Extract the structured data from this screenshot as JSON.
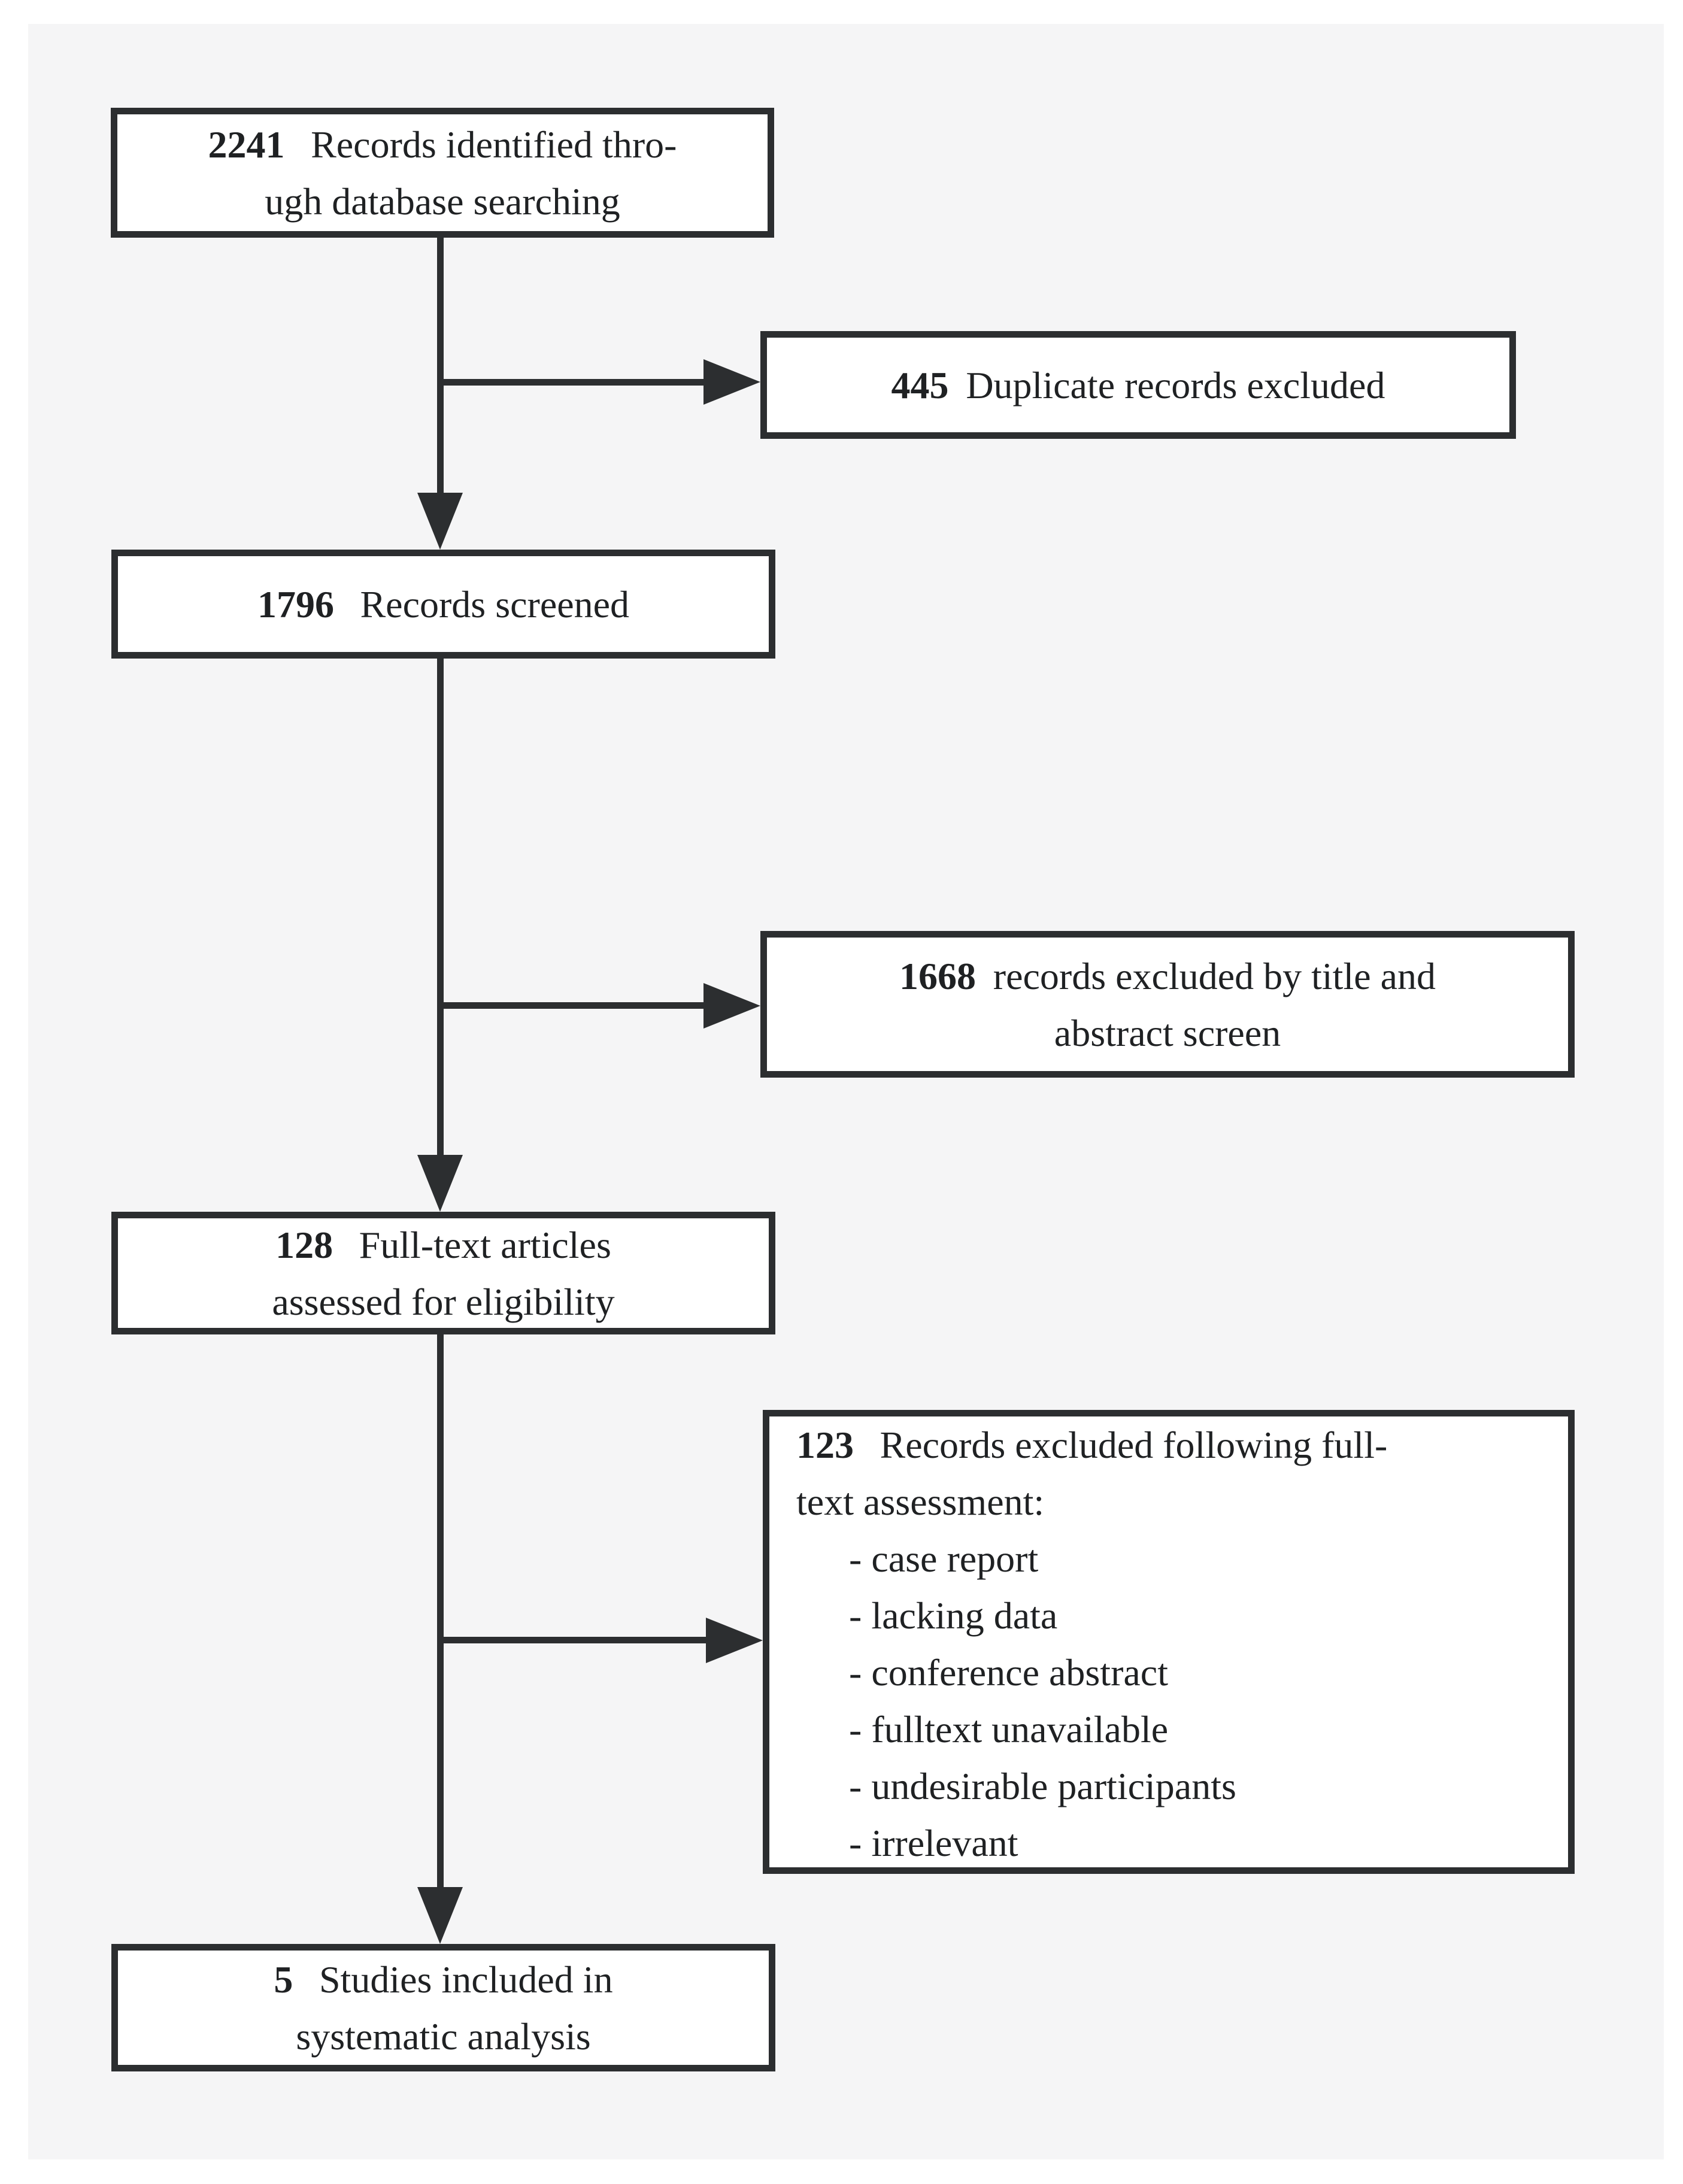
{
  "colors": {
    "page_bg": "#ffffff",
    "panel_bg": "#f5f5f6",
    "line": "#2c2e30",
    "box_bg": "#ffffff",
    "text": "#1f2123"
  },
  "flow": {
    "identified": {
      "count": "2241",
      "line1": "Records identified thro-",
      "line2": "ugh database searching"
    },
    "duplicates_excluded": {
      "count": "445",
      "line1": "Duplicate records excluded"
    },
    "screened": {
      "count": "1796",
      "line1": "Records screened"
    },
    "title_abstract_excluded": {
      "count": "1668",
      "line1": "records excluded by title and",
      "line2": "abstract screen"
    },
    "fulltext_assessed": {
      "count": "128",
      "line1": "Full-text articles",
      "line2": "assessed for eligibility"
    },
    "fulltext_excluded": {
      "count": "123",
      "line1": "Records excluded following full-",
      "line2": "text assessment:",
      "reasons": [
        "- case report",
        "- lacking data",
        "- conference abstract",
        "- fulltext unavailable",
        "- undesirable participants",
        "- irrelevant"
      ]
    },
    "included": {
      "count": "5",
      "line1": "Studies included in",
      "line2": "systematic analysis"
    }
  }
}
